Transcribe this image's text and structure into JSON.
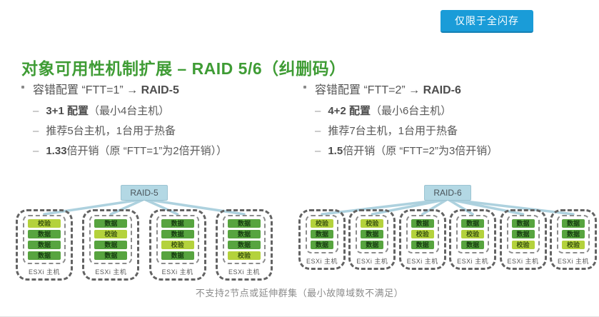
{
  "badge": {
    "label": "仅限于全闪存"
  },
  "title": "对象可用性机制扩展 – RAID 5/6（纠删码）",
  "columns": [
    {
      "heading": {
        "prefix": "容错配置 “FTT=1” ",
        "arrow": "→",
        "raid": " RAID-5"
      },
      "items": [
        {
          "bold": "3+1 配置",
          "rest": "（最小4台主机）"
        },
        {
          "bold": "",
          "rest": "推荐5台主机，1台用于热备"
        },
        {
          "bold": "1.33",
          "rest": "倍开销（原 “FTT=1”为2倍开销））"
        }
      ]
    },
    {
      "heading": {
        "prefix": "容错配置 “FTT=2” ",
        "arrow": "→",
        "raid": " RAID-6"
      },
      "items": [
        {
          "bold": "4+2 配置",
          "rest": "（最小6台主机）"
        },
        {
          "bold": "",
          "rest": "推荐7台主机，1台用于热备"
        },
        {
          "bold": "1.5",
          "rest": "倍开销（原 “FTT=2”为3倍开销）"
        }
      ]
    }
  ],
  "diagrams": [
    {
      "label": "RAID-5",
      "host_label": "ESXi 主机",
      "hosts": [
        [
          "校验",
          "数据",
          "数据",
          "数据"
        ],
        [
          "数据",
          "校验",
          "数据",
          "数据"
        ],
        [
          "数据",
          "数据",
          "校验",
          "数据"
        ],
        [
          "数据",
          "数据",
          "数据",
          "校验"
        ]
      ]
    },
    {
      "label": "RAID-6",
      "host_label": "ESXi 主机",
      "hosts": [
        [
          "校验",
          "数据",
          "数据"
        ],
        [
          "校验",
          "数据",
          "数据"
        ],
        [
          "数据",
          "校验",
          "数据"
        ],
        [
          "数据",
          "校验",
          "数据"
        ],
        [
          "数据",
          "数据",
          "校验"
        ],
        [
          "数据",
          "数据",
          "校验"
        ]
      ]
    }
  ],
  "block_types": {
    "数据": "data",
    "校验": "parity"
  },
  "footnote": "不支持2节点或延伸群集（最小故障域数不满足）",
  "colors": {
    "title_green": "#3f9c35",
    "badge_blue": "#1a9cd8",
    "data_block": "#57a43f",
    "parity_block": "#b4d23c",
    "connector_blue": "#a9cfdd",
    "raid_label_bg": "#b3d8e4"
  }
}
